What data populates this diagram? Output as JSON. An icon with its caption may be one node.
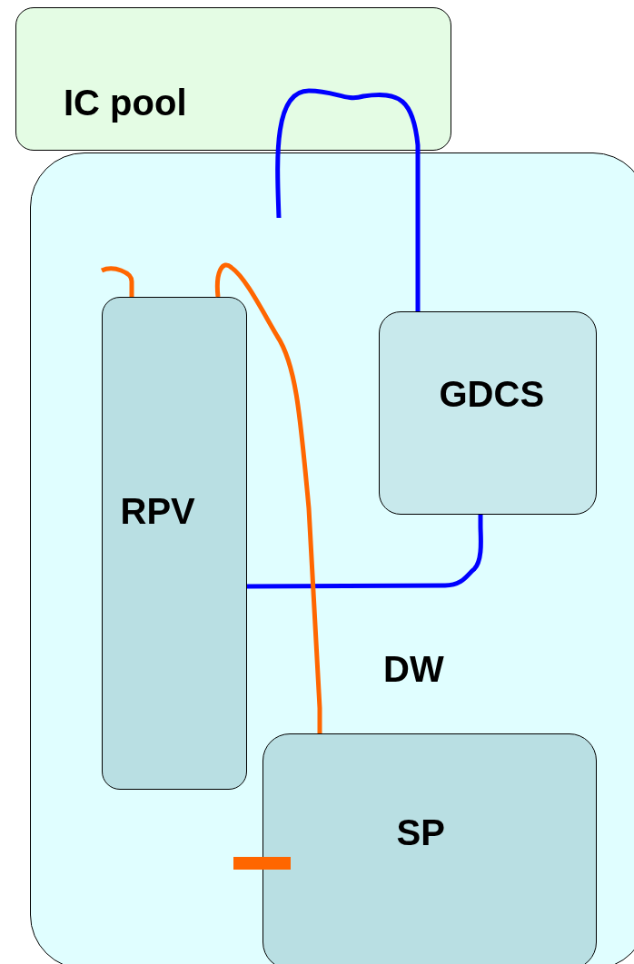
{
  "diagram": {
    "nodes": [
      {
        "text": [
          "IC pool"
        ]
      },
      {
        "text": [
          "DW"
        ]
      },
      {
        "text": [
          "RPV"
        ],
        "in": 1
      },
      {
        "text": [
          "GDCS"
        ],
        "in": 1
      },
      {
        "text": [
          "SP"
        ],
        "in": 1
      }
    ],
    "edges": [
      {
        "from": null,
        "to": 3,
        "arrow": "none",
        "color": "#0000ff"
      },
      {
        "from": 2,
        "to": 3,
        "arrow": "none",
        "color": "#0000ff"
      },
      {
        "from": 2,
        "to": 4,
        "arrow": "none",
        "color": "#ff6600"
      },
      {
        "from": null,
        "to": 2,
        "arrow": "none",
        "color": "#ff6600"
      }
    ]
  }
}
